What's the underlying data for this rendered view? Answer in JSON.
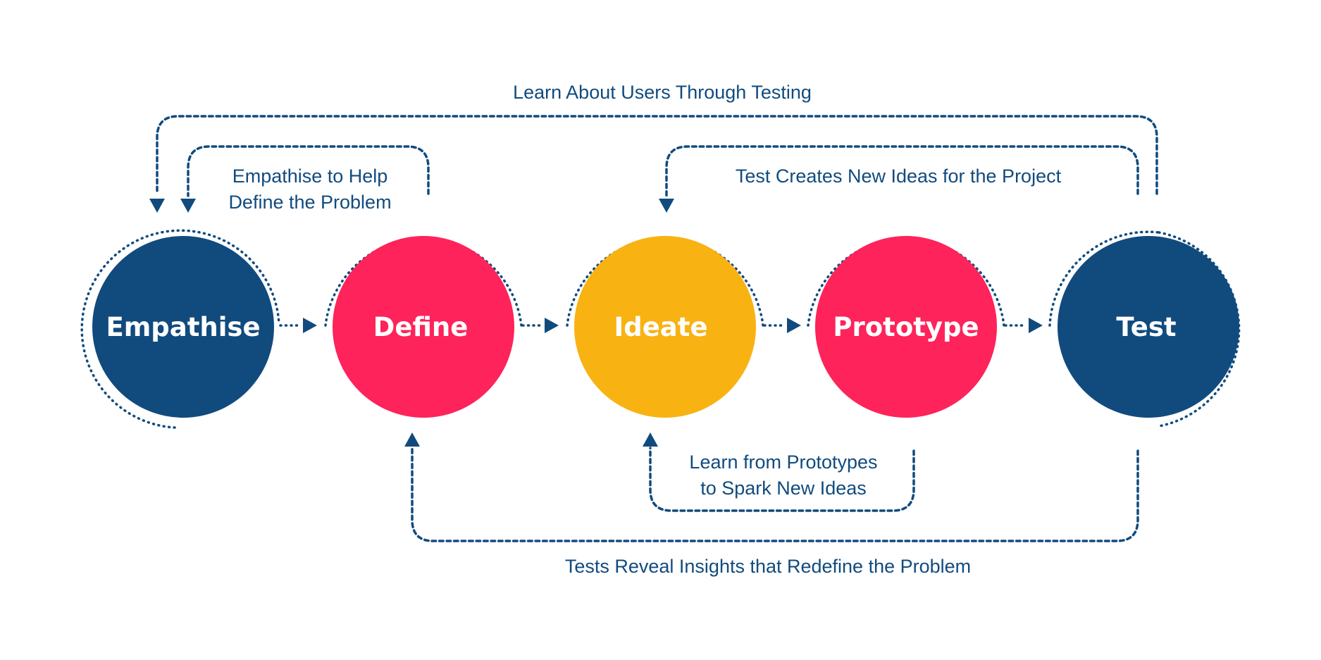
{
  "colors": {
    "navy": "#114b7e",
    "pink": "#fe235a",
    "yellow": "#f8b212",
    "white": "#ffffff"
  },
  "stages": [
    {
      "label": "Empathise",
      "color": "#114b7e"
    },
    {
      "label": "Define",
      "color": "#fe235a"
    },
    {
      "label": "Ideate",
      "color": "#f8b212"
    },
    {
      "label": "Prototype",
      "color": "#fe235a"
    },
    {
      "label": "Test",
      "color": "#114b7e"
    }
  ],
  "feedback_loops": {
    "learn_about_users": "Learn About Users Through Testing",
    "empathise_to_help": [
      "Empathise to Help",
      "Define the Problem"
    ],
    "test_creates_ideas": "Test Creates New Ideas for the Project",
    "learn_from_prototypes": [
      "Learn from Prototypes",
      "to Spark New Ideas"
    ],
    "tests_reveal": "Tests Reveal Insights that Redefine the Problem"
  }
}
